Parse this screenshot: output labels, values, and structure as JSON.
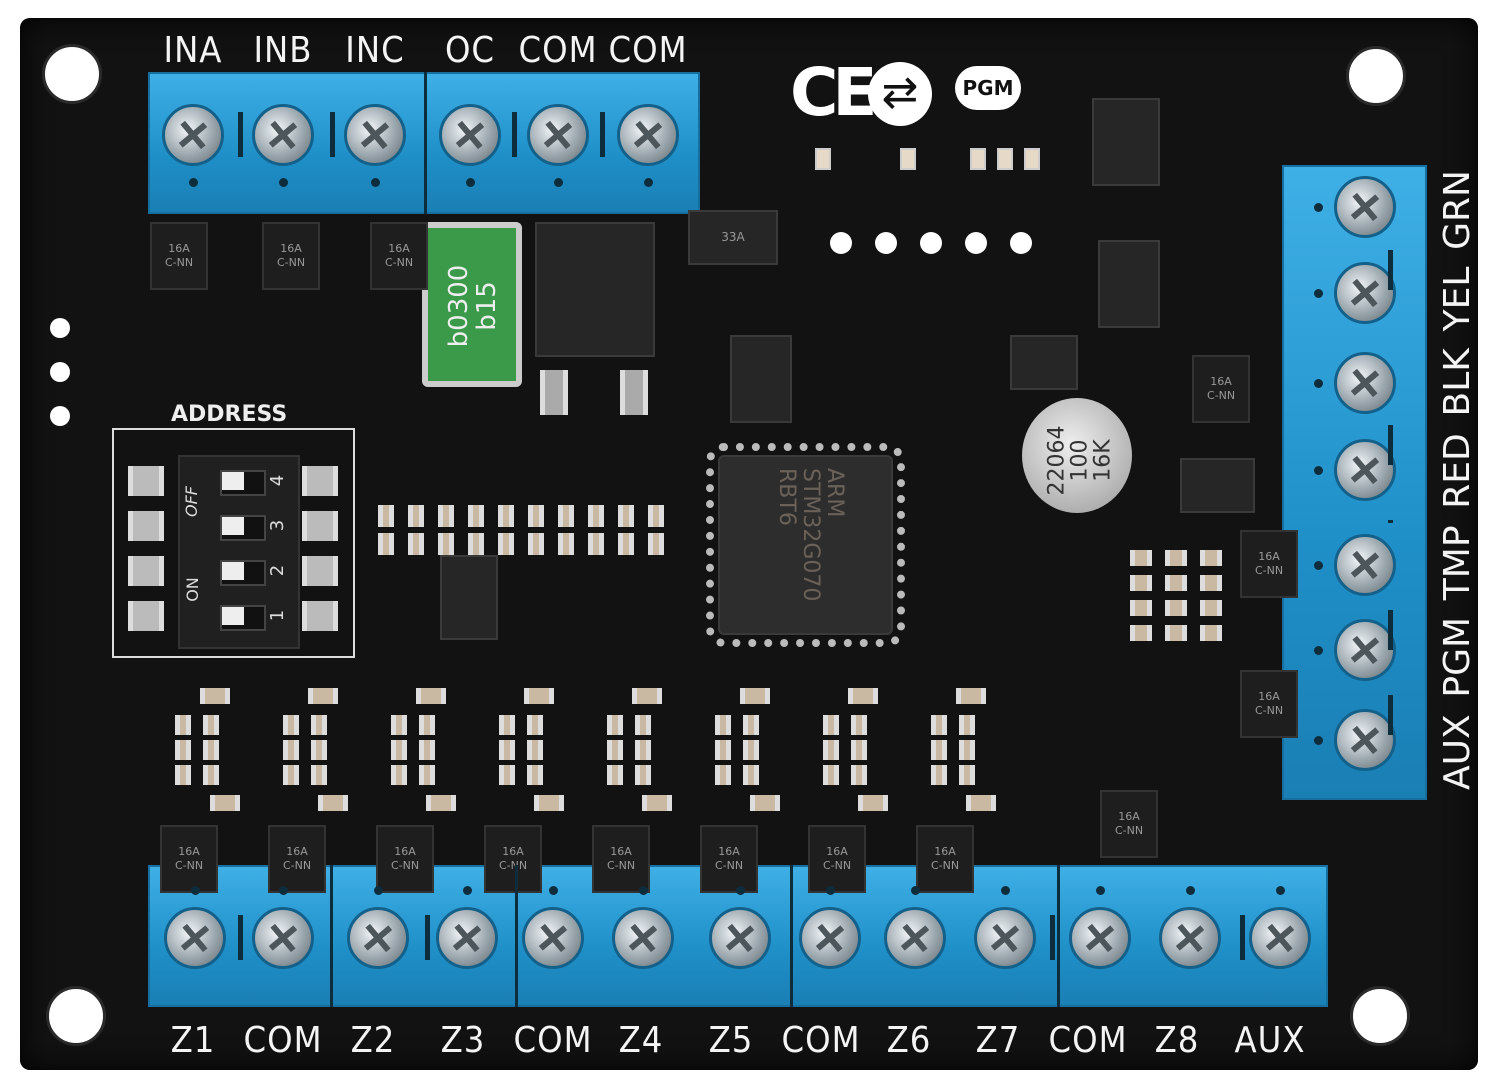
{
  "top_terminal_labels": [
    "INA",
    "INB",
    "INC",
    "OC",
    "COM",
    "COM"
  ],
  "right_terminal_labels": [
    "AUX",
    "PGM",
    "TMP",
    "RED",
    "BLK",
    "YEL",
    "GRN"
  ],
  "bottom_terminal_labels": [
    "Z1",
    "COM",
    "Z2",
    "Z3",
    "COM",
    "Z4",
    "Z5",
    "COM",
    "Z6",
    "Z7",
    "COM",
    "Z8",
    "AUX"
  ],
  "logos": {
    "ce": "CE",
    "pgm": "PGM"
  },
  "dip_switch": {
    "title": "ADDRESS",
    "on_label": "ON",
    "off_label": "OFF",
    "numbers": [
      "1",
      "2",
      "3",
      "4"
    ]
  },
  "fuse": {
    "line1": "b0300",
    "line2": "b15"
  },
  "mcu": {
    "brand": "ARM",
    "part": "STM32G070",
    "line2": "RBT6"
  },
  "capacitor": {
    "line1": "22064",
    "line2": "100",
    "line3": "16K"
  },
  "diode_marking": {
    "line1": "16A",
    "line2": "C-NN"
  },
  "inductor_marking": "33A",
  "colors": {
    "board": "#121212",
    "terminal": "#2a9fd6",
    "fuse": "#3a9a4a"
  }
}
